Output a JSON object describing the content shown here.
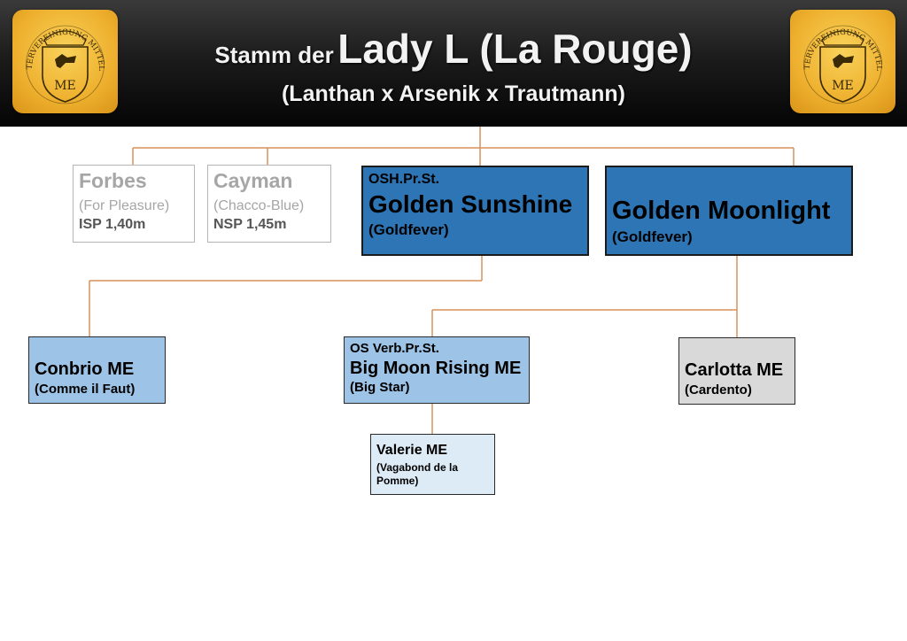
{
  "header": {
    "title_prefix": "Stamm der",
    "title_main": "Lady L (La Rouge)",
    "subtitle": "(Lanthan x Arsenik x Trautmann)"
  },
  "logo": {
    "text": "ZÜCHTERVEREINIGUNG MITTELERDE",
    "letters": "ME"
  },
  "nodes": {
    "forbes": {
      "name": "Forbes",
      "sire": "(For Pleasure)",
      "note": "ISP 1,40m"
    },
    "cayman": {
      "name": "Cayman",
      "sire": "(Chacco-Blue)",
      "note": "NSP 1,45m"
    },
    "golden_sunshine": {
      "title": "OSH.Pr.St.",
      "name": "Golden Sunshine",
      "sire": "(Goldfever)"
    },
    "golden_moonlight": {
      "name": "Golden Moonlight",
      "sire": "(Goldfever)"
    },
    "conbrio": {
      "name": "Conbrio ME",
      "sire": "(Comme il Faut)"
    },
    "big_moon": {
      "title": "OS Verb.Pr.St.",
      "name": "Big Moon Rising ME",
      "sire": "(Big Star)"
    },
    "carlotta": {
      "name": "Carlotta ME",
      "sire": "(Cardento)"
    },
    "valerie": {
      "name": "Valerie ME",
      "sire_line1": "(Vagabond de la",
      "sire_line2": "Pomme)"
    }
  },
  "colors": {
    "connector": "#d9915a",
    "dark_box": "#2e75b6",
    "light_box": "#9dc3e6",
    "pale_box": "#ddebf7",
    "silver_box": "#d9d9d9",
    "gray_text": "#a6a6a6",
    "logo_gold": "#eeb02e"
  }
}
